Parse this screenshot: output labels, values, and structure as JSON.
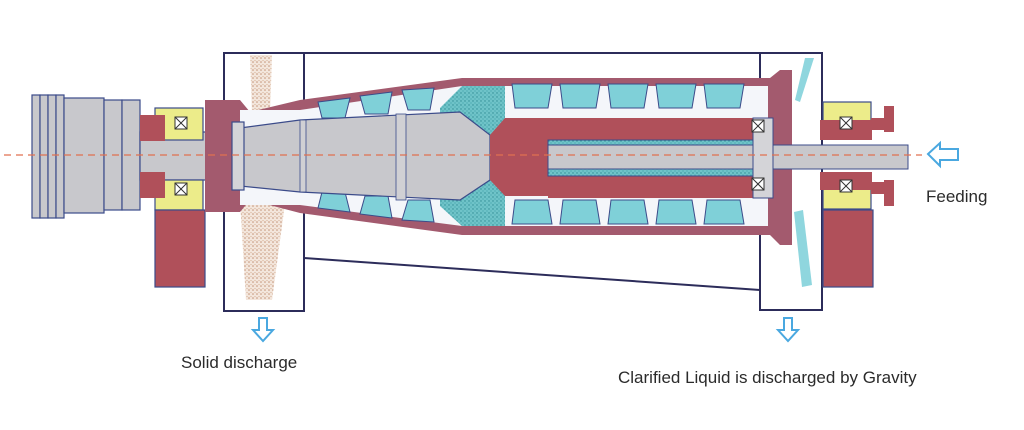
{
  "labels": {
    "feeding": "Feeding",
    "solid_discharge": "Solid discharge",
    "clarified_liquid": "Clarified Liquid is discharged by Gravity"
  },
  "colors": {
    "background": "#ffffff",
    "bowl_wall": "#a35a6e",
    "maroon_parts": "#b0505a",
    "bearing_yellow": "#ecec8a",
    "gray_parts": "#c8c8cc",
    "liquid_cyan": "#7fd0d8",
    "solids_texture": "#3a9aa2",
    "sand": "#cfa98a",
    "arrow_blue": "#4aa8e0",
    "axis_dash": "#e07050",
    "frame_dark": "#2c2c5a",
    "text": "#2b2b2b"
  },
  "icons": {
    "feeding_arrow": "arrow-left-icon",
    "solid_arrow": "arrow-down-icon",
    "liquid_arrow": "arrow-down-icon"
  }
}
